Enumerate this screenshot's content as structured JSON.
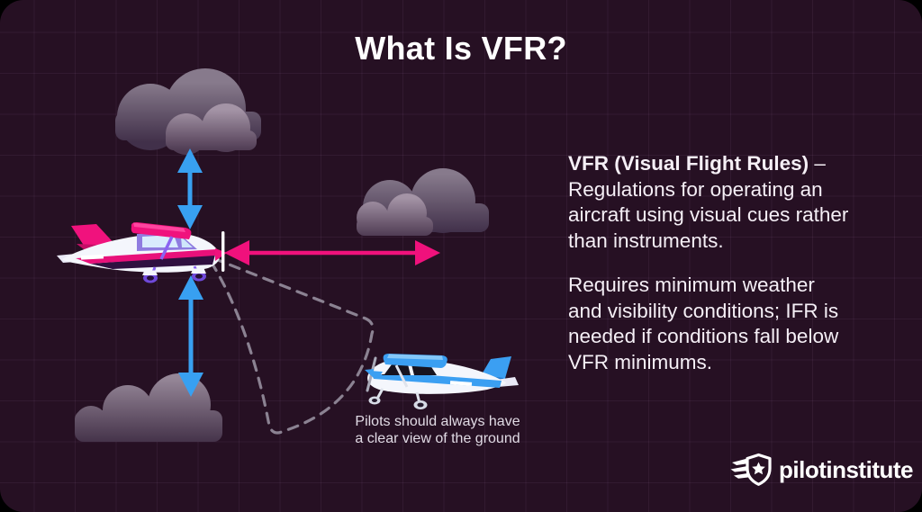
{
  "title": "What Is VFR?",
  "definition": {
    "lead_bold": "VFR (Visual Flight Rules)",
    "lead_dash": " –",
    "para1_lines": [
      "Regulations for operating an",
      "aircraft using visual cues rather",
      "than instruments."
    ],
    "para2_lines": [
      "Requires minimum weather",
      "and visibility conditions; IFR is",
      "needed if conditions fall below",
      "VFR minimums."
    ]
  },
  "caption": {
    "lines": [
      "Pilots should always have",
      "a clear view of the ground"
    ]
  },
  "logo": {
    "brand": "pilotinstitute"
  },
  "colors": {
    "background": "#261023",
    "accent_pink": "#f0117c",
    "accent_blue": "#38a0f1",
    "cloud_gray_top": "#9b8da0",
    "cloud_gray_bottom": "#453349",
    "dash_gray": "#8b8292",
    "text_light": "#f5eff6"
  },
  "icons": {
    "logo_icon": "winged-shield-star-icon",
    "diagram_icons": [
      "cloud-icon",
      "pink-airplane-icon",
      "blue-airplane-icon",
      "up-down-arrow-icon",
      "left-right-arrow-icon",
      "ground-view-cone"
    ]
  }
}
